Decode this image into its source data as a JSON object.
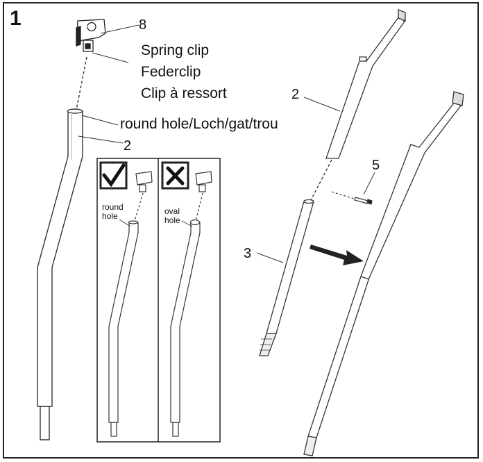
{
  "step_number": "1",
  "parts": {
    "spring_clip_number": "8",
    "spring_clip_names": [
      "Spring clip",
      "Federclip",
      "Clip à ressort"
    ],
    "round_hole_label": "round hole/Loch/gat/trou",
    "lower_tube_number": "2",
    "upper_tube_number": "2",
    "screw_number": "5",
    "rod_number": "3"
  },
  "inset": {
    "correct": {
      "symbol": "✓",
      "label_line1": "round",
      "label_line2": "hole"
    },
    "wrong": {
      "symbol": "✕",
      "label_line1": "oval",
      "label_line2": "hole"
    }
  }
}
